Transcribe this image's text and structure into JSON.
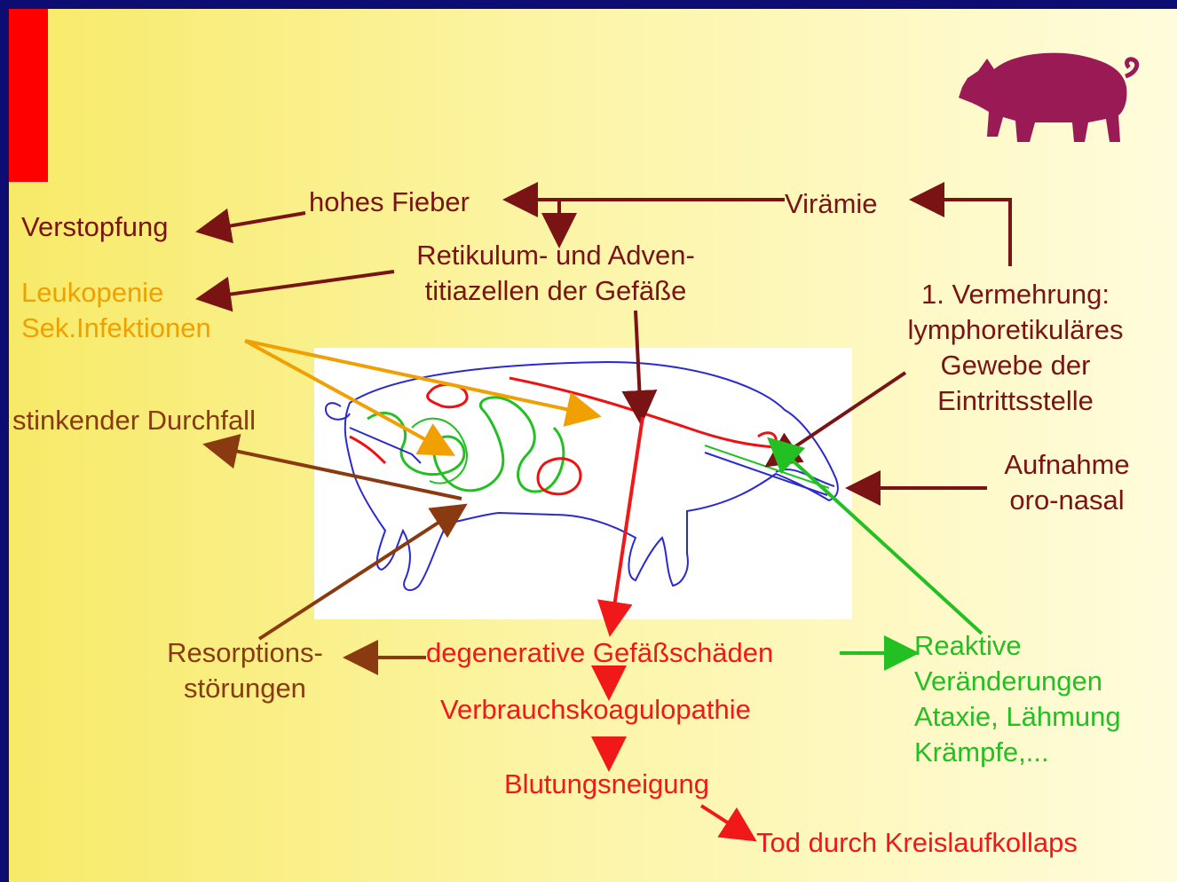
{
  "diagram": {
    "labels": {
      "viraemie": "Virämie",
      "hohes_fieber": "hohes Fieber",
      "verstopfung": "Verstopfung",
      "retikulum": "Retikulum- und Adven-\ntitiazellen der Gefäße",
      "vermehrung": "1. Vermehrung:\nlymphoretikuläres\nGewebe der\nEintrittsstelle",
      "leukopenie": "Leukopenie\nSek.Infektionen",
      "durchfall": "stinkender Durchfall",
      "aufnahme": "Aufnahme\noro-nasal",
      "resorption": "Resorptions-\nstörungen",
      "gefaessschaeden": "degenerative Gefäßschäden",
      "reaktive": "Reaktive\nVeränderungen\nAtaxie, Lähmung\nKrämpfe,...",
      "verbrauch": "Verbrauchskoagulopathie",
      "blutung": "Blutungsneigung",
      "tod": "Tod durch Kreislaufkollaps"
    },
    "colors": {
      "background_frame": "#0c0c72",
      "accent_bar": "#ff0000",
      "pig_logo": "#9a1a55",
      "brown_text": "#7a1414",
      "orange_text": "#f0a000",
      "red_text": "#f01818",
      "green_text": "#22c022",
      "dark_brown_arrow": "#8a3a10",
      "pig_outline": "#2a2ad0"
    },
    "icons": {
      "logo": "pig-silhouette-icon",
      "illustration": "pig-anatomy-drawing"
    }
  }
}
